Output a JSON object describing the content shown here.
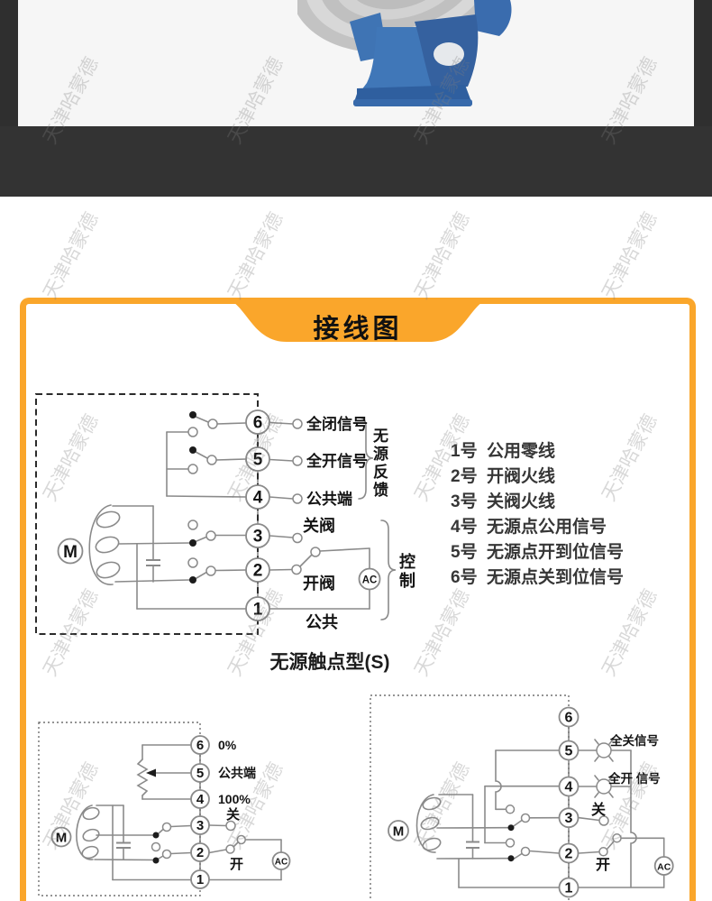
{
  "watermark": {
    "text": "天津哈蒙德"
  },
  "colors": {
    "accent_orange": "#FAA62B",
    "dark_band": "#333333",
    "photo_bg": "#f6f6f6",
    "valve_blue": "#4077b8",
    "line_gray": "#8a8a8a"
  },
  "header": {
    "title": "接线图"
  },
  "legend": {
    "items": [
      {
        "num": "1号",
        "desc": "公用零线"
      },
      {
        "num": "2号",
        "desc": "开阀火线"
      },
      {
        "num": "3号",
        "desc": "关阀火线"
      },
      {
        "num": "4号",
        "desc": "无源点公用信号"
      },
      {
        "num": "5号",
        "desc": "无源点开到位信号"
      },
      {
        "num": "6号",
        "desc": "无源点关到位信号"
      }
    ]
  },
  "caption": "无源触点型(S)",
  "diagram_main": {
    "terminals": [
      "6",
      "5",
      "4",
      "3",
      "2",
      "1"
    ],
    "labels": {
      "t6": "全闭信号",
      "t5": "全开信号",
      "t4": "公共端",
      "t3": "关阀",
      "t2": "开阀",
      "t1": "公共",
      "motor": "M",
      "ac": "AC",
      "feedback_group": "无源反馈",
      "control_group": "控制"
    }
  },
  "diagram_modulating": {
    "terminals": [
      "6",
      "5",
      "4",
      "3",
      "2",
      "1"
    ],
    "labels": {
      "t6": "0%",
      "t5": "公共端",
      "t4": "100%",
      "t3": "关",
      "t2": "开",
      "motor": "M",
      "ac": "AC"
    }
  },
  "diagram_lamp": {
    "terminals": [
      "6",
      "5",
      "4",
      "3",
      "2",
      "1"
    ],
    "labels": {
      "t5": "全关信号",
      "t4": "全开 信号",
      "t3": "关",
      "t2": "开",
      "motor": "M",
      "ac": "AC"
    }
  }
}
